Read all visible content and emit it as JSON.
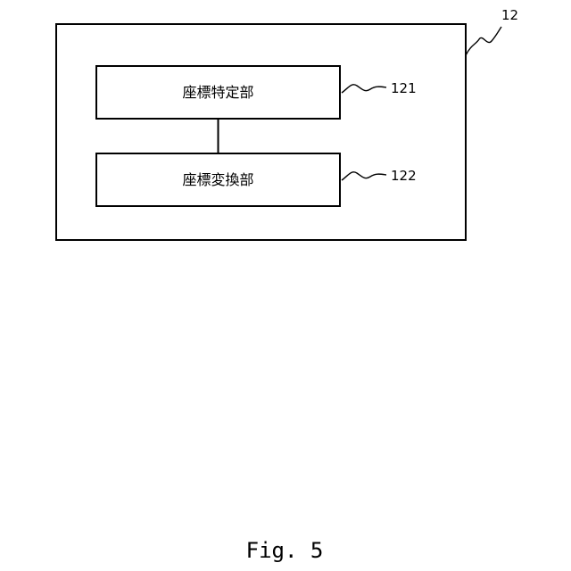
{
  "diagram": {
    "outer_box": {
      "ref": "12"
    },
    "blocks": [
      {
        "label": "座標特定部",
        "ref": "121"
      },
      {
        "label": "座標変換部",
        "ref": "122"
      }
    ]
  },
  "caption": "Fig. 5"
}
